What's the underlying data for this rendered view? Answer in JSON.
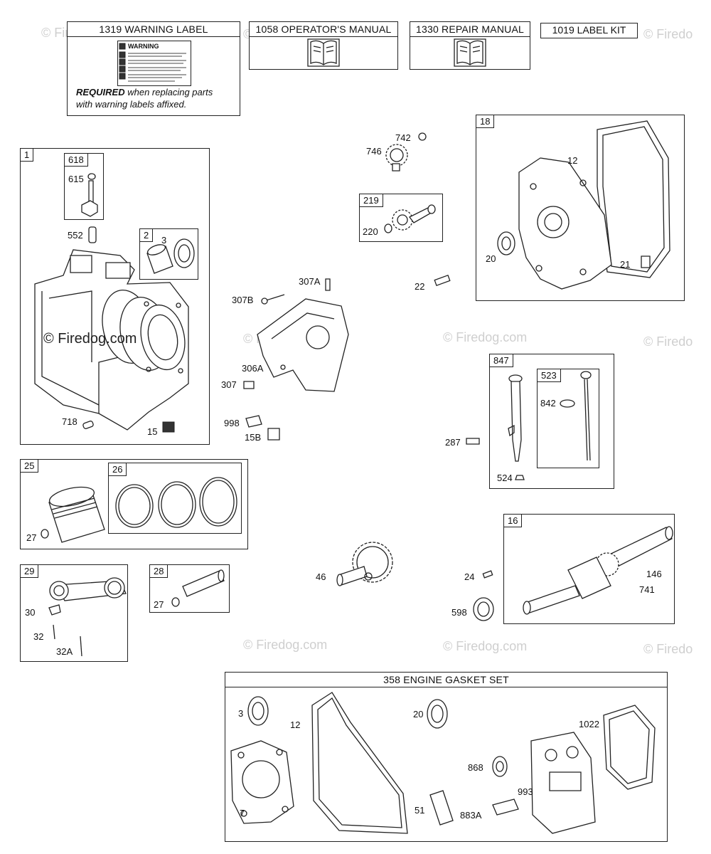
{
  "top_boxes": {
    "warning_label": "1319 WARNING LABEL",
    "warning_sticker_title": "WARNING",
    "warning_note_bold": "REQUIRED",
    "warning_note_rest": " when replacing parts",
    "warning_note_line2": "with warning labels affixed.",
    "operators_manual": "1058 OPERATOR'S MANUAL",
    "repair_manual": "1330 REPAIR MANUAL",
    "label_kit": "1019 LABEL KIT"
  },
  "watermark": {
    "text": "© Firedog.com",
    "short": "© Firedo"
  },
  "groups": {
    "cylinder": {
      "tag": "1",
      "breather_tag": "618",
      "piston_sleeve_tag": "2",
      "parts": {
        "breather_cap": "615",
        "dowel": "552",
        "seal": "3",
        "pin_718": "718",
        "plug_15": "15"
      }
    },
    "cover_assy": {
      "parts": {
        "p307a": "307A",
        "p307b": "307B",
        "p306a": "306A",
        "p307": "307",
        "p998": "998",
        "p15b": "15B"
      }
    },
    "gear_top": {
      "parts": {
        "p742": "742",
        "p746": "746"
      }
    },
    "governor": {
      "tag": "219",
      "parts": {
        "p220": "220"
      }
    },
    "p22": "22",
    "crankcase": {
      "tag": "18",
      "parts": {
        "p12": "12",
        "p20": "20",
        "p21": "21"
      }
    },
    "dipstick": {
      "tag": "847",
      "inner_tag": "523",
      "parts": {
        "p842": "842",
        "p287": "287",
        "p524": "524"
      }
    },
    "piston": {
      "tag": "25",
      "rings_tag": "26",
      "parts": {
        "p27": "27"
      }
    },
    "rod": {
      "tag": "29",
      "parts": {
        "p30": "30",
        "p32": "32",
        "p32a": "32A"
      }
    },
    "pin": {
      "tag": "28",
      "parts": {
        "p27": "27"
      }
    },
    "camshaft": {
      "parts": {
        "p46": "46"
      }
    },
    "crankshaft": {
      "tag": "16",
      "parts": {
        "p24": "24",
        "p598": "598",
        "p146": "146",
        "p741": "741"
      }
    },
    "gasket_set": {
      "title": "358 ENGINE GASKET SET",
      "parts": {
        "p3": "3",
        "p12": "12",
        "p7": "7",
        "p20": "20",
        "p51": "51",
        "p868": "868",
        "p883a": "883A",
        "p993": "993",
        "p1022": "1022"
      }
    }
  }
}
